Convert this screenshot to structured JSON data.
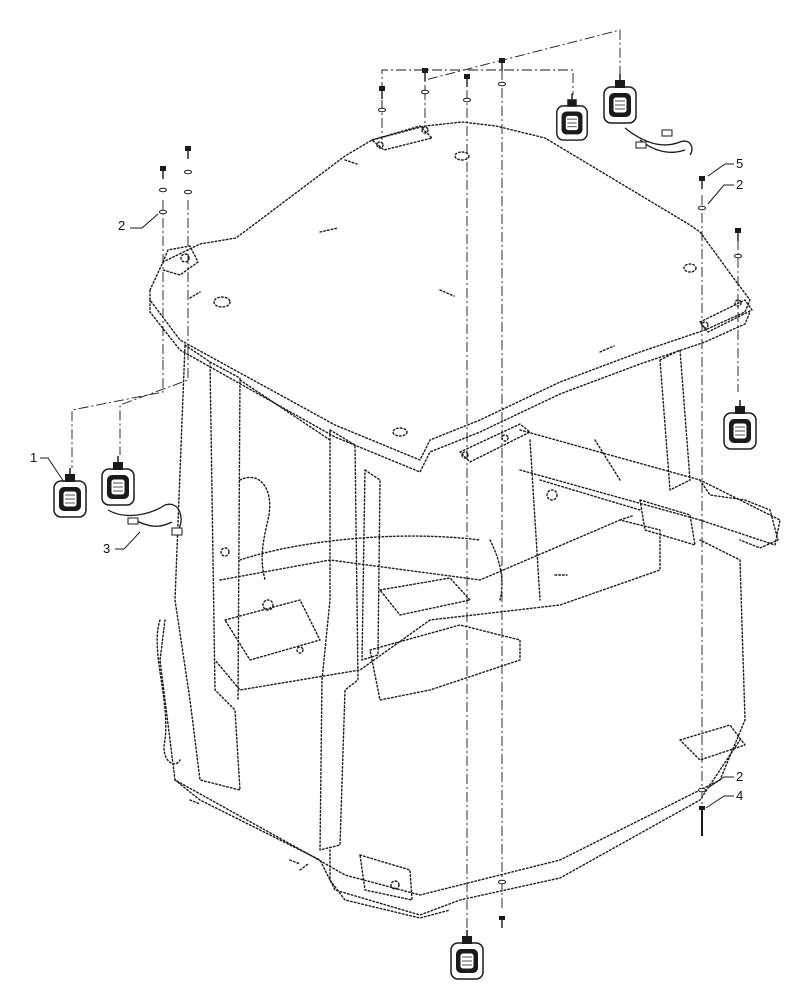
{
  "callouts": [
    {
      "id": "c1",
      "text": "1"
    },
    {
      "id": "c2a",
      "text": "2"
    },
    {
      "id": "c3",
      "text": "3"
    },
    {
      "id": "c5",
      "text": "5"
    },
    {
      "id": "c2b",
      "text": "2"
    },
    {
      "id": "c2c",
      "text": "2"
    },
    {
      "id": "c4",
      "text": "4"
    }
  ],
  "colors": {
    "line": "#1a1a1a",
    "background": "#ffffff"
  }
}
